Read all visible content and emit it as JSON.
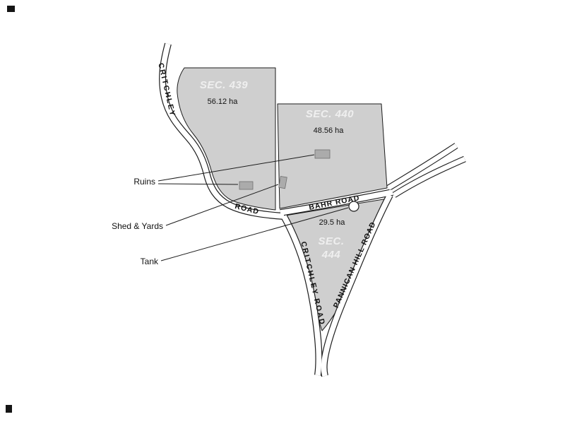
{
  "sections": {
    "sec439": {
      "name": "SEC. 439",
      "area": "56.12 ha"
    },
    "sec440": {
      "name": "SEC. 440",
      "area": "48.56 ha"
    },
    "sec444": {
      "name_line1": "SEC.",
      "name_line2": "444",
      "area": "29.5 ha"
    }
  },
  "roads": {
    "critchley_upper_name": "CRITCHLEY",
    "critchley_upper_road": "ROAD",
    "bahr": "BAHR ROAD",
    "critchley_lower": "CRITCHLEY ROAD",
    "pannican_hill": "PANNICAN HILL ROAD"
  },
  "features": {
    "ruins_label": "Ruins",
    "shed_yards_label": "Shed & Yards",
    "tank_label": "Tank"
  },
  "colors": {
    "background": "#ffffff",
    "section_fill": "#cfcfcf",
    "section_outline": "#1c1c1c",
    "section_name_text": "#efefef",
    "area_text": "#111111",
    "road_line": "#1c1c1c",
    "road_fill": "#ffffff",
    "building_fill": "#ababab",
    "leader_line": "#1c1c1c"
  }
}
